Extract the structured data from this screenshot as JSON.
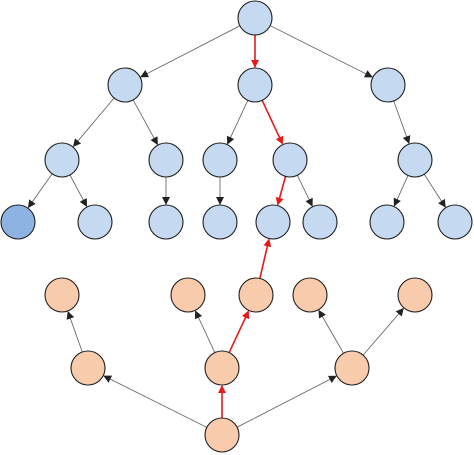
{
  "colors": {
    "blue_fill": "#c5d9f1",
    "blue_fill_dark": "#8db3e2",
    "orange_fill": "#f8cbad",
    "node_stroke": "#1f1f1f",
    "edge": "#6b6b6b",
    "highlight_edge": "#e8191a"
  },
  "top_tree": {
    "nodes": [
      {
        "id": "t0"
      },
      {
        "id": "t1"
      },
      {
        "id": "t2"
      },
      {
        "id": "t3"
      },
      {
        "id": "t4"
      },
      {
        "id": "t5"
      },
      {
        "id": "t6"
      },
      {
        "id": "t7"
      },
      {
        "id": "t8"
      },
      {
        "id": "t9",
        "highlighted_fill": true
      },
      {
        "id": "t10"
      },
      {
        "id": "t11"
      },
      {
        "id": "t12"
      },
      {
        "id": "t13"
      },
      {
        "id": "t14"
      },
      {
        "id": "t15"
      },
      {
        "id": "t16"
      }
    ],
    "edges": [
      {
        "from": "t0",
        "to": "t1"
      },
      {
        "from": "t0",
        "to": "t2",
        "highlight": true
      },
      {
        "from": "t0",
        "to": "t3"
      },
      {
        "from": "t1",
        "to": "t4"
      },
      {
        "from": "t1",
        "to": "t5"
      },
      {
        "from": "t2",
        "to": "t6"
      },
      {
        "from": "t2",
        "to": "t7",
        "highlight": true
      },
      {
        "from": "t3",
        "to": "t8"
      },
      {
        "from": "t4",
        "to": "t9"
      },
      {
        "from": "t4",
        "to": "t10"
      },
      {
        "from": "t5",
        "to": "t11"
      },
      {
        "from": "t6",
        "to": "t12"
      },
      {
        "from": "t7",
        "to": "t13",
        "highlight": true
      },
      {
        "from": "t7",
        "to": "t14"
      },
      {
        "from": "t8",
        "to": "t15"
      },
      {
        "from": "t8",
        "to": "t16"
      }
    ]
  },
  "bottom_tree": {
    "nodes": [
      {
        "id": "b0"
      },
      {
        "id": "b1"
      },
      {
        "id": "b2"
      },
      {
        "id": "b3"
      },
      {
        "id": "b4"
      },
      {
        "id": "b5"
      },
      {
        "id": "b6"
      },
      {
        "id": "b7"
      },
      {
        "id": "b8"
      }
    ],
    "edges": [
      {
        "from": "b0",
        "to": "b1"
      },
      {
        "from": "b0",
        "to": "b2",
        "highlight": true
      },
      {
        "from": "b0",
        "to": "b3"
      },
      {
        "from": "b1",
        "to": "b4"
      },
      {
        "from": "b2",
        "to": "b5"
      },
      {
        "from": "b2",
        "to": "b6",
        "highlight": true
      },
      {
        "from": "b3",
        "to": "b7"
      },
      {
        "from": "b3",
        "to": "b8"
      }
    ]
  },
  "bridge_edges": [
    {
      "from": "b6",
      "to": "t13",
      "highlight": true
    }
  ]
}
